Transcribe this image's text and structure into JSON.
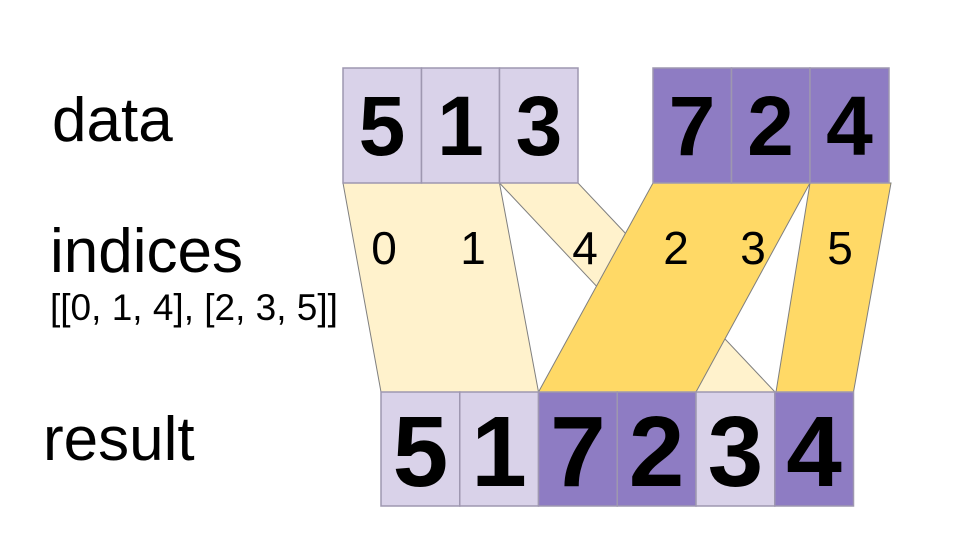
{
  "labels": {
    "data": "data",
    "indices": "indices",
    "indices_value": "[[0, 1, 4], [2, 3, 5]]",
    "result": "result"
  },
  "data_row": {
    "group1": [
      "5",
      "1",
      "3"
    ],
    "group2": [
      "7",
      "2",
      "4"
    ]
  },
  "index_labels": {
    "group1": [
      "0",
      "1",
      "4"
    ],
    "group2": [
      "2",
      "3",
      "5"
    ]
  },
  "result_row": [
    "5",
    "1",
    "7",
    "2",
    "3",
    "4"
  ],
  "colors": {
    "light_purple": "#d9d2e9",
    "dark_purple": "#8e7cc3",
    "light_yellow": "#fff2cc",
    "dark_yellow": "#ffd966",
    "background": "#ffffff",
    "text": "#000000"
  }
}
